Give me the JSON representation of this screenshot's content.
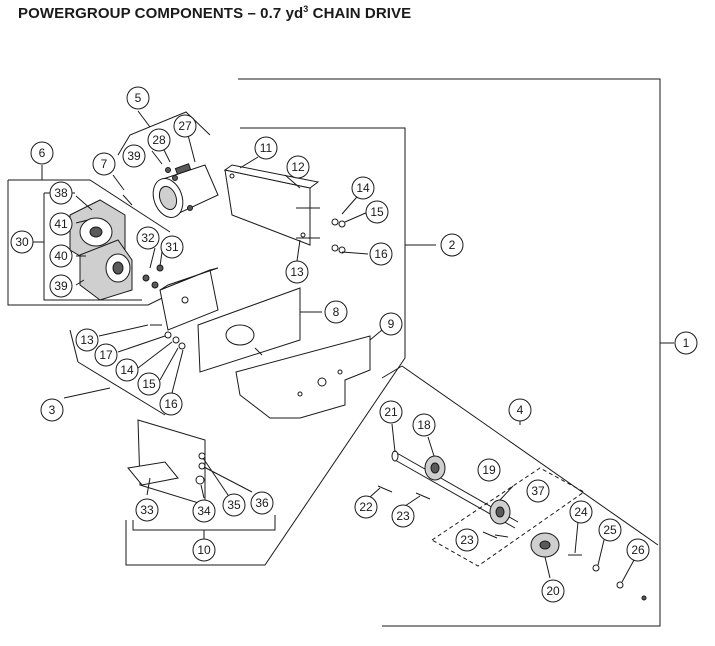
{
  "title": {
    "main": "POWERGROUP COMPONENTS – 0.7 yd",
    "sup": "3",
    "suffix": " CHAIN DRIVE"
  },
  "callouts": [
    {
      "id": "c1",
      "label": "1"
    },
    {
      "id": "c2",
      "label": "2"
    },
    {
      "id": "c3",
      "label": "3"
    },
    {
      "id": "c4",
      "label": "4"
    },
    {
      "id": "c5",
      "label": "5"
    },
    {
      "id": "c6",
      "label": "6"
    },
    {
      "id": "c7",
      "label": "7"
    },
    {
      "id": "c8",
      "label": "8"
    },
    {
      "id": "c9",
      "label": "9"
    },
    {
      "id": "c10",
      "label": "10"
    },
    {
      "id": "c11",
      "label": "11"
    },
    {
      "id": "c12",
      "label": "12"
    },
    {
      "id": "c13a",
      "label": "13"
    },
    {
      "id": "c13b",
      "label": "13"
    },
    {
      "id": "c14a",
      "label": "14"
    },
    {
      "id": "c14b",
      "label": "14"
    },
    {
      "id": "c15a",
      "label": "15"
    },
    {
      "id": "c15b",
      "label": "15"
    },
    {
      "id": "c16a",
      "label": "16"
    },
    {
      "id": "c16b",
      "label": "16"
    },
    {
      "id": "c17",
      "label": "17"
    },
    {
      "id": "c18",
      "label": "18"
    },
    {
      "id": "c19",
      "label": "19"
    },
    {
      "id": "c20",
      "label": "20"
    },
    {
      "id": "c21",
      "label": "21"
    },
    {
      "id": "c22",
      "label": "22"
    },
    {
      "id": "c23a",
      "label": "23"
    },
    {
      "id": "c23b",
      "label": "23"
    },
    {
      "id": "c24",
      "label": "24"
    },
    {
      "id": "c25",
      "label": "25"
    },
    {
      "id": "c26",
      "label": "26"
    },
    {
      "id": "c27",
      "label": "27"
    },
    {
      "id": "c28",
      "label": "28"
    },
    {
      "id": "c30",
      "label": "30"
    },
    {
      "id": "c31",
      "label": "31"
    },
    {
      "id": "c32",
      "label": "32"
    },
    {
      "id": "c33",
      "label": "33"
    },
    {
      "id": "c34",
      "label": "34"
    },
    {
      "id": "c35",
      "label": "35"
    },
    {
      "id": "c36",
      "label": "36"
    },
    {
      "id": "c37",
      "label": "37"
    },
    {
      "id": "c38",
      "label": "38"
    },
    {
      "id": "c39a",
      "label": "39"
    },
    {
      "id": "c39b",
      "label": "39"
    },
    {
      "id": "c40",
      "label": "40"
    },
    {
      "id": "c41",
      "label": "41"
    }
  ]
}
